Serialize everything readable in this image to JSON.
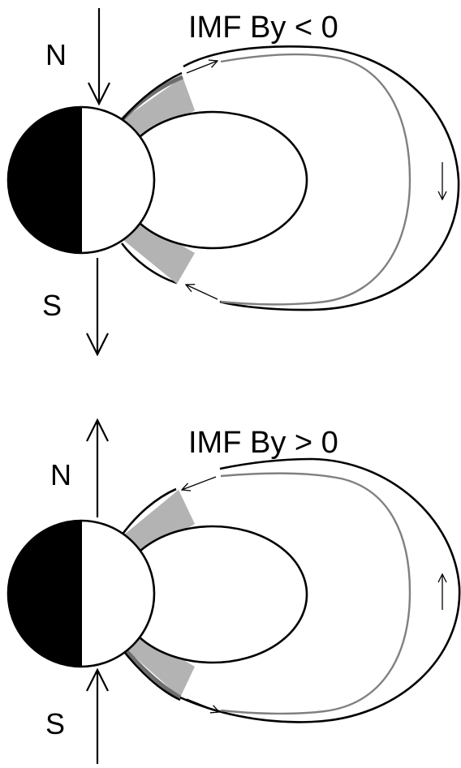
{
  "panels": [
    {
      "id": "by-negative",
      "title": "IMF By < 0",
      "north_label": "N",
      "south_label": "S"
    },
    {
      "id": "by-positive",
      "title": "IMF By > 0",
      "north_label": "N",
      "south_label": "S"
    }
  ],
  "colors": {
    "line": "#000000",
    "gray_line": "#808080",
    "shade": "#b3b3b3",
    "dark_shade": "#6e6e6e",
    "night_side": "#000000",
    "day_side": "#ffffff"
  }
}
